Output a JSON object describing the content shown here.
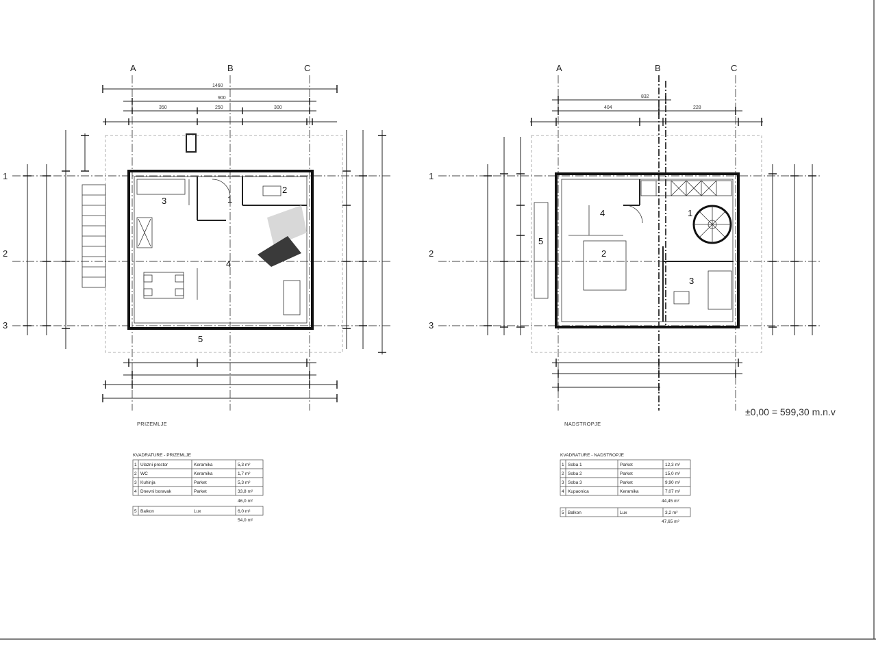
{
  "grid": {
    "columns": [
      "A",
      "B",
      "C"
    ],
    "rows": [
      "1",
      "2",
      "3"
    ]
  },
  "ground_floor": {
    "caption": "PRIZEMLJE",
    "rooms": [
      "1",
      "2",
      "3",
      "4",
      "5"
    ],
    "overall_width": "1460",
    "axis_width": "900",
    "bay_widths": [
      "350",
      "250",
      "300"
    ],
    "table": {
      "title": "KVADRATURE - PRIZEMLJE",
      "rows": [
        {
          "no": "1",
          "name": "Ulazni prostor",
          "finish": "Keramika",
          "area": "5,3 m²"
        },
        {
          "no": "2",
          "name": "WC",
          "finish": "Keramika",
          "area": "1,7 m²"
        },
        {
          "no": "3",
          "name": "Kuhinja",
          "finish": "Parket",
          "area": "5,3 m²"
        },
        {
          "no": "4",
          "name": "Dnevni boravak",
          "finish": "Parket",
          "area": "33,8 m²"
        }
      ],
      "subtotal": "46,0 m²",
      "extra": {
        "no": "5",
        "name": "Balkon",
        "finish": "Lux",
        "area": "6,0 m²"
      },
      "total": "54,0 m²"
    }
  },
  "upper_floor": {
    "caption": "NADSTROPJE",
    "rooms": [
      "1",
      "2",
      "3",
      "4",
      "5"
    ],
    "overall_width": "832",
    "left_width": "404",
    "right_width": "228",
    "table": {
      "title": "KVADRATURE - NADSTROPJE",
      "rows": [
        {
          "no": "1",
          "name": "Soba 1",
          "finish": "Parket",
          "area": "12,3 m²"
        },
        {
          "no": "2",
          "name": "Soba 2",
          "finish": "Parket",
          "area": "15,0 m²"
        },
        {
          "no": "3",
          "name": "Soba 3",
          "finish": "Parket",
          "area": "9,90 m²"
        },
        {
          "no": "4",
          "name": "Kupaonica",
          "finish": "Keramika",
          "area": "7,07 m²"
        }
      ],
      "subtotal": "44,45 m²",
      "extra": {
        "no": "5",
        "name": "Balkon",
        "finish": "Lux",
        "area": "3,2 m²"
      },
      "total": "47,65 m²"
    }
  },
  "elevation_note": "±0,00 = 599,30 m.n.v"
}
